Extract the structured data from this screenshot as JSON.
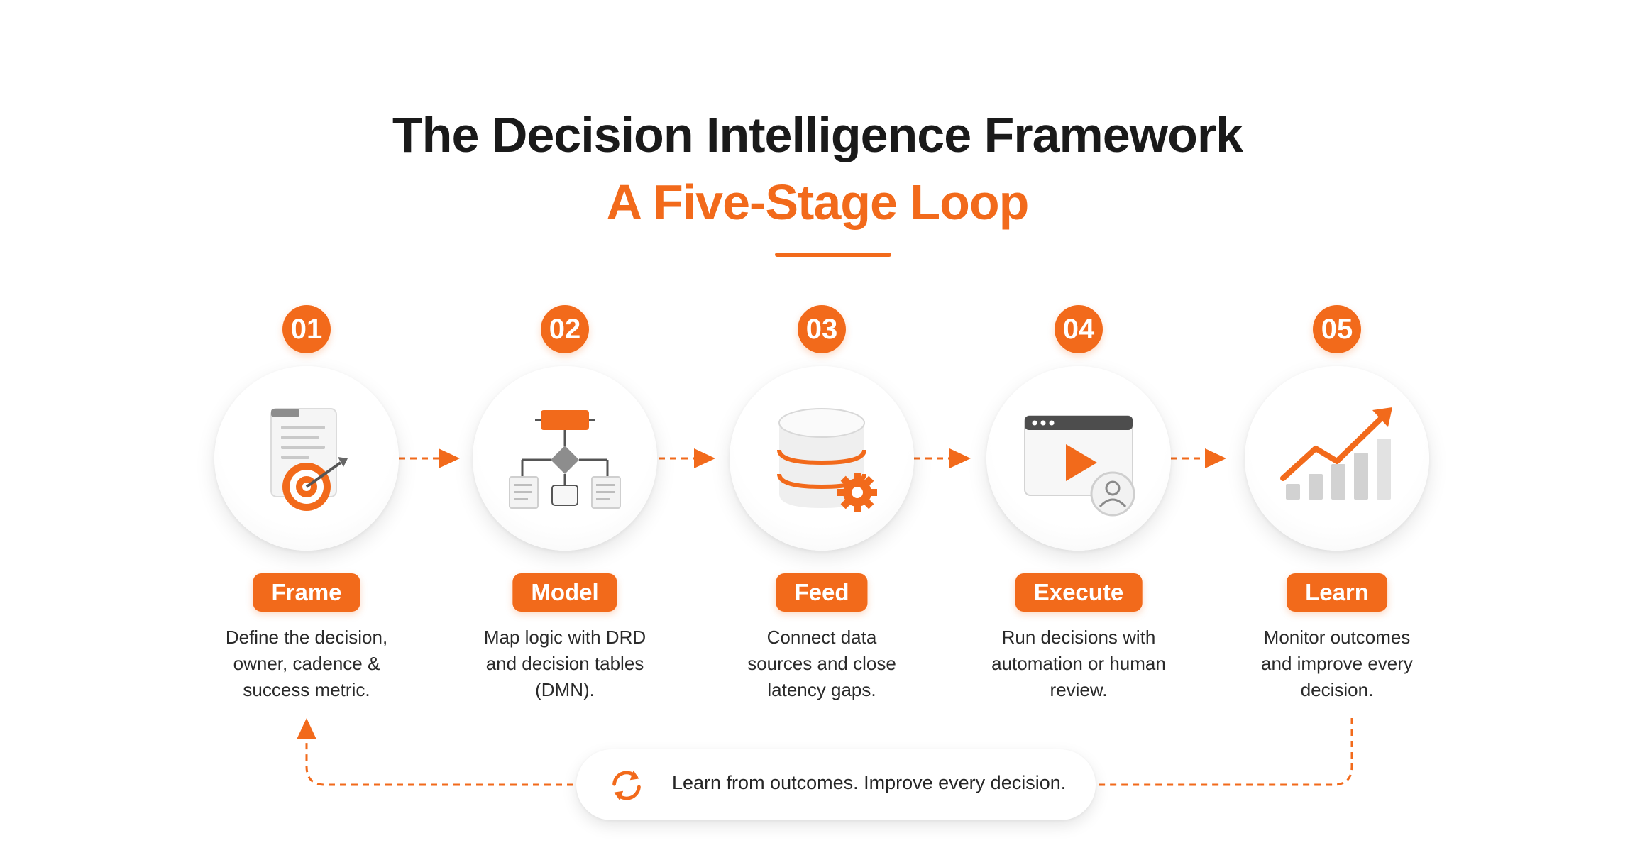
{
  "header": {
    "title": "The Decision Intelligence Framework",
    "subtitle": "A Five-Stage Loop"
  },
  "colors": {
    "accent": "#f26a1b",
    "text": "#1a1a1a",
    "muted_gray": "#9e9e9e",
    "background": "#ffffff"
  },
  "stages": [
    {
      "number": "01",
      "label": "Frame",
      "icon": "document-target-icon",
      "desc_lines": [
        "Define the decision,",
        "owner, cadence &",
        "success metric."
      ]
    },
    {
      "number": "02",
      "label": "Model",
      "icon": "flowchart-icon",
      "desc_lines": [
        "Map logic with DRD",
        "and decision tables",
        "(DMN)."
      ]
    },
    {
      "number": "03",
      "label": "Feed",
      "icon": "database-gear-icon",
      "desc_lines": [
        "Connect data",
        "sources and close",
        "latency gaps."
      ]
    },
    {
      "number": "04",
      "label": "Execute",
      "icon": "play-window-user-icon",
      "desc_lines": [
        "Run decisions with",
        "automation or human",
        "review."
      ]
    },
    {
      "number": "05",
      "label": "Learn",
      "icon": "growth-chart-icon",
      "desc_lines": [
        "Monitor outcomes",
        "and improve every",
        "decision."
      ]
    }
  ],
  "footer": {
    "text": "Learn from outcomes. Improve every decision.",
    "icon": "refresh-loop-icon"
  }
}
